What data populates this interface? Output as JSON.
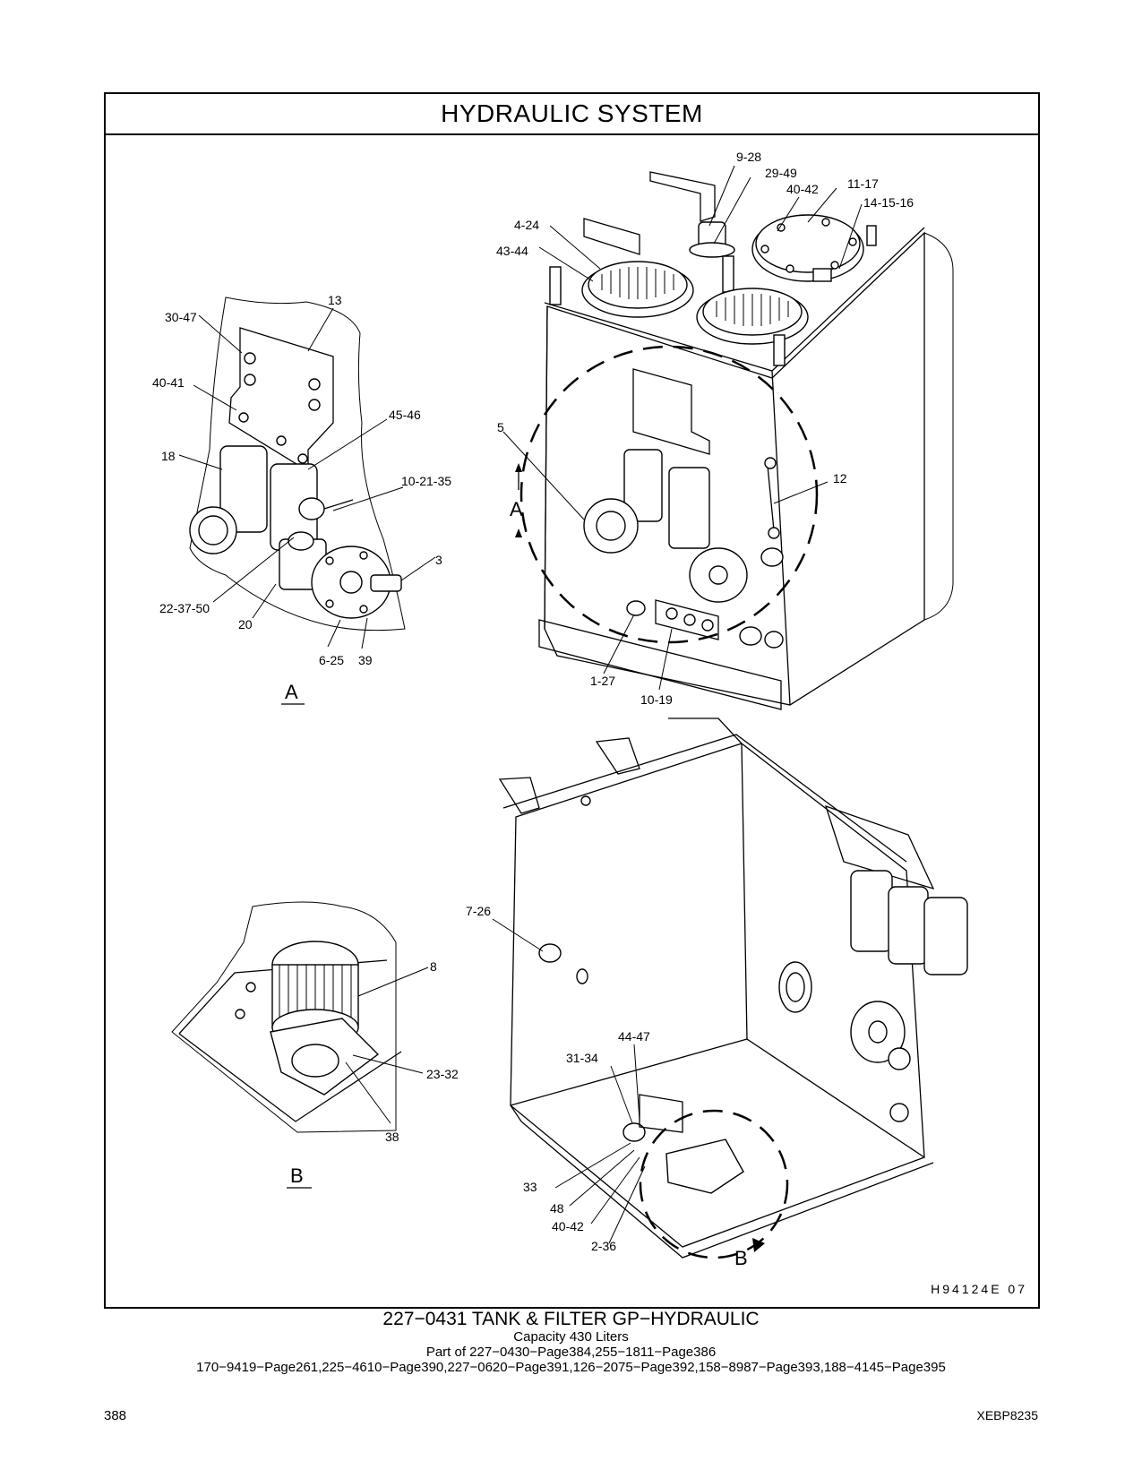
{
  "title": "HYDRAULIC   SYSTEM",
  "illustration_code": "H94124E   07",
  "views": {
    "a": "A",
    "b": "B"
  },
  "callouts": {
    "c9_28": "9-28",
    "c29_49": "29-49",
    "c40_42_top": "40-42",
    "c11_17": "11-17",
    "c14_15_16": "14-15-16",
    "c4_24": "4-24",
    "c43_44": "43-44",
    "c5": "5",
    "c12": "12",
    "c1_27": "1-27",
    "c10_19": "10-19",
    "c13": "13",
    "c30_47": "30-47",
    "c40_41": "40-41",
    "c45_46": "45-46",
    "c18": "18",
    "c10_21_35": "10-21-35",
    "c3": "3",
    "c22_37_50": "22-37-50",
    "c20": "20",
    "c6_25": "6-25",
    "c39": "39",
    "c7_26": "7-26",
    "c8": "8",
    "c23_32": "23-32",
    "c38": "38",
    "c44_47": "44-47",
    "c31_34": "31-34",
    "c33": "33",
    "c48": "48",
    "c40_42_bottom": "40-42",
    "c2_36": "2-36"
  },
  "caption": {
    "main": "227−0431  TANK  &  FILTER  GP−HYDRAULIC",
    "capacity": "Capacity  430  Liters",
    "part_of": "Part of 227−0430−Page384,255−1811−Page386",
    "related": "170−9419−Page261,225−4610−Page390,227−0620−Page391,126−2075−Page392,158−8987−Page393,188−4145−Page395"
  },
  "page_number": "388",
  "doc_id": "XEBP8235"
}
